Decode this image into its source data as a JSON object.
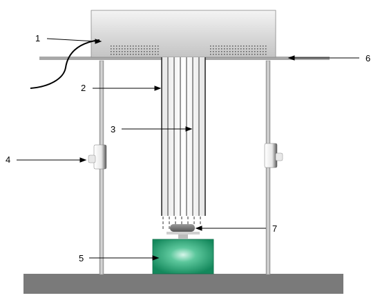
{
  "labels": {
    "l1": "1",
    "l2": "2",
    "l3": "3",
    "l4": "4",
    "l5": "5",
    "l6": "6",
    "l7": "7"
  },
  "colors": {
    "housing": "#dcdcdc",
    "rail": "#a8a8a8",
    "base": "#7a7a7a",
    "box": "#1f9e6e",
    "boxGlow": "#c9f2e3"
  }
}
